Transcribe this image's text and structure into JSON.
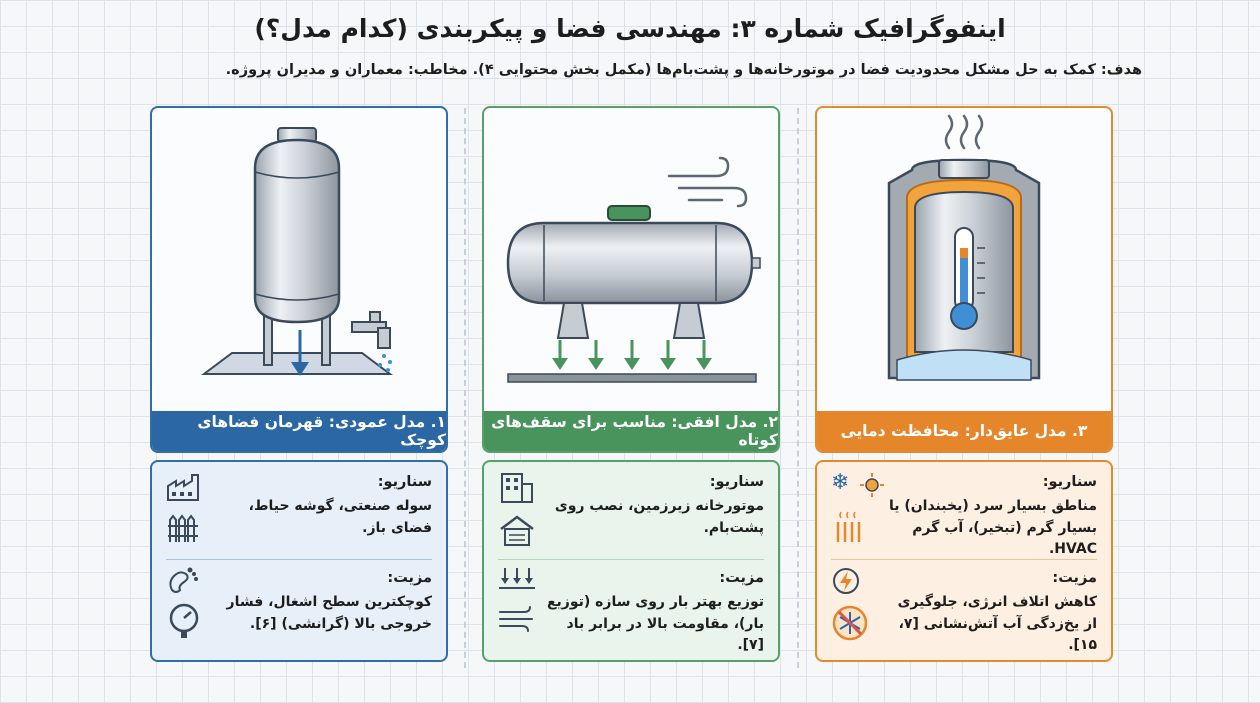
{
  "title": "اینفوگرافیک شماره ۳: مهندسی فضا و پیکربندی (کدام مدل؟)",
  "subtitle": "هدف: کمک به حل مشکل محدودیت فضا در موتورخانه‌ها و پشت‌بام‌ها (مکمل بخش محتوایی ۴). مخاطب: معماران و مدیران پروژه.",
  "models": [
    {
      "band": "۱. مدل عمودی: قهرمان فضاهای کوچک",
      "scenario_label": "سناریو:",
      "scenario_text": "سوله صنعتی، گوشه حیاط، فضای باز.",
      "benefit_label": "مزیت:",
      "benefit_text": "کوچکترین سطح اشغال، فشار خروجی بالا (گرانشی) [۶].",
      "colors": {
        "accent": "#2a67a3",
        "panel": "#e7f0f9"
      }
    },
    {
      "band": "۲. مدل افقی: مناسب برای سقف‌های کوتاه",
      "scenario_label": "سناریو:",
      "scenario_text": "موتورخانه زیرزمین، نصب روی پشت‌بام.",
      "benefit_label": "مزیت:",
      "benefit_text": "توزیع بهتر بار روی سازه (توزیع بار)، مقاومت بالا در برابر باد [۷].",
      "colors": {
        "accent": "#49935d",
        "panel": "#e9f4ec"
      }
    },
    {
      "band": "۳. مدل عایق‌دار: محافظت دمایی",
      "scenario_label": "سناریو:",
      "scenario_text": "مناطق بسیار سرد (یخبندان) یا بسیار گرم (تبخیر)، آب گرم HVAC.",
      "benefit_label": "مزیت:",
      "benefit_text": "کاهش اتلاف انرژی، جلوگیری از یخ‌زدگی آب آتش‌نشانی [۷، ۱۵].",
      "colors": {
        "accent": "#e5862a",
        "panel": "#fdf0e2"
      }
    }
  ]
}
